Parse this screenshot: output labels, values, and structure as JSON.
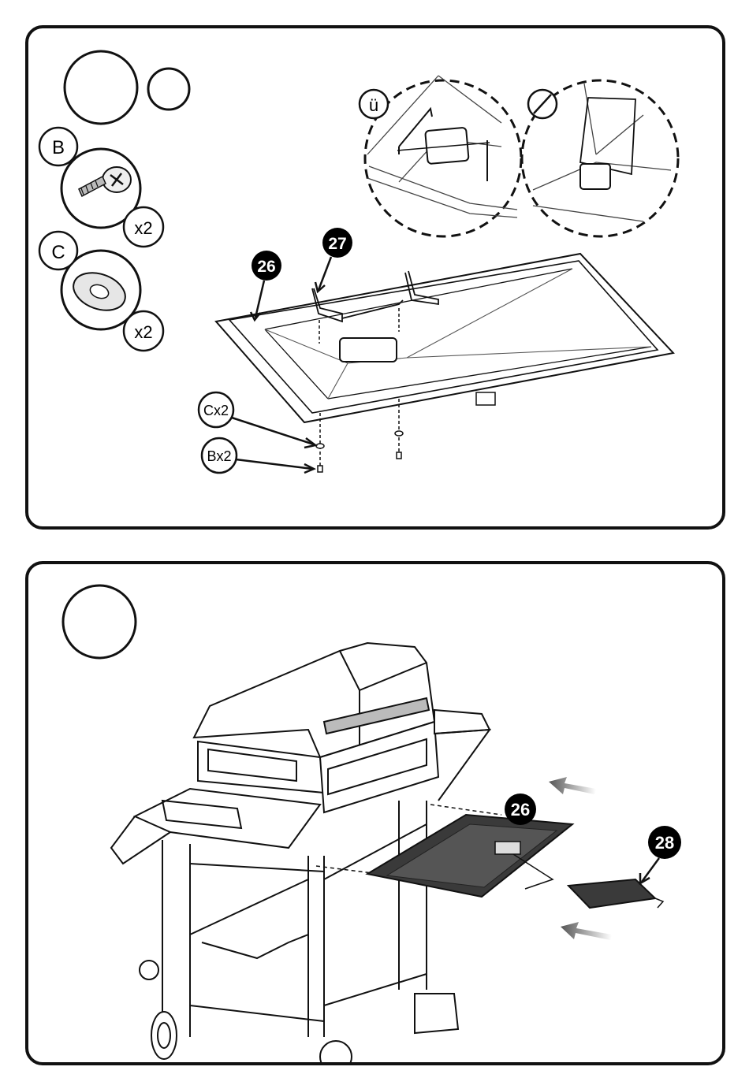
{
  "step1": {
    "parts": [
      {
        "letter": "B",
        "qty": "x2"
      },
      {
        "letter": "C",
        "qty": "x2"
      }
    ],
    "callouts": {
      "drip_tray": "26",
      "hanger_rack": "27",
      "washer_label": "Cx2",
      "screw_label": "Bx2"
    }
  },
  "step2": {
    "callouts": {
      "drip_tray": "26",
      "grease_cup": "28"
    }
  },
  "colors": {
    "line": "#111111",
    "badge": "#000000",
    "tray_fill": "#3a3a3a",
    "arrow_gray": "#6a6a6a"
  }
}
